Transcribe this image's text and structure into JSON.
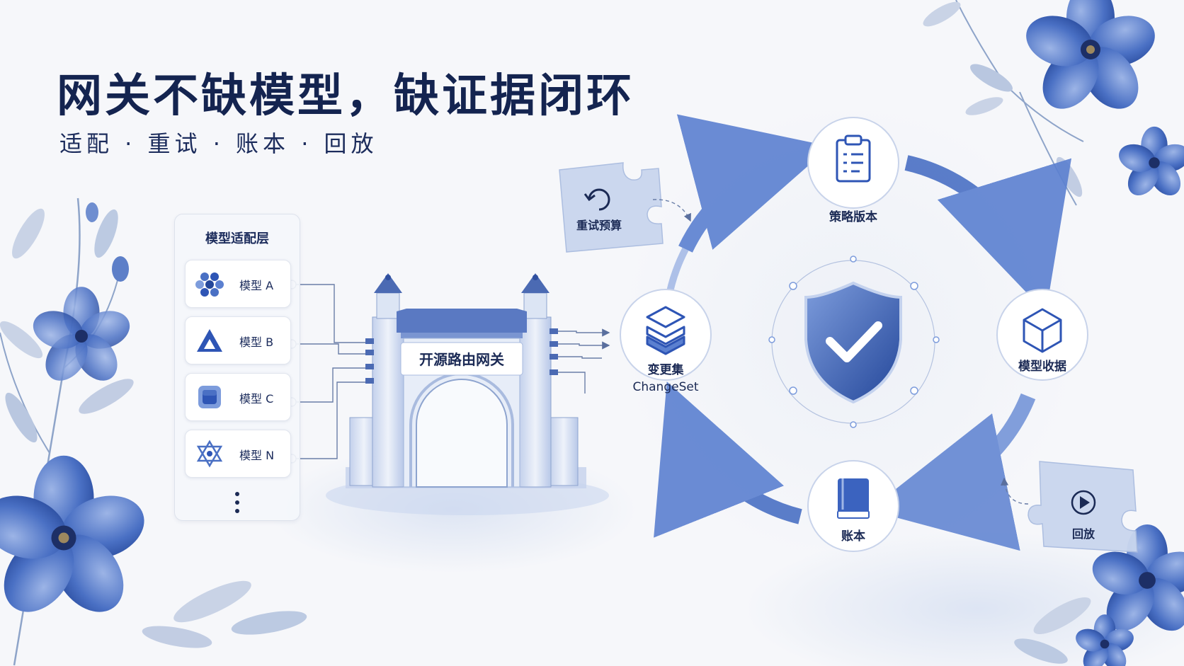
{
  "title": "网关不缺模型，缺证据闭环",
  "subtitle": "适配 · 重试 · 账本 · 回放",
  "adapter_panel": {
    "title": "模型适配层",
    "models": [
      {
        "label": "模型 A",
        "icon": "hexagon-cluster-icon"
      },
      {
        "label": "模型 B",
        "icon": "triangle-icon"
      },
      {
        "label": "模型 C",
        "icon": "cube-icon"
      },
      {
        "label": "模型 N",
        "icon": "star-of-david-icon"
      }
    ],
    "more_icon": "vertical-ellipsis-icon"
  },
  "gateway": {
    "label": "开源路由网关",
    "icon": "archway-gate-icon"
  },
  "cycle": {
    "center_icon": "shield-check-icon",
    "nodes": [
      {
        "key": "strategy",
        "label": "策略版本",
        "icon": "clipboard-icon"
      },
      {
        "key": "receipt",
        "label": "模型收据",
        "icon": "cube-outline-icon"
      },
      {
        "key": "ledger",
        "label": "账本",
        "icon": "book-icon"
      },
      {
        "key": "changeset",
        "label": "变更集",
        "sublabel": "ChangeSet",
        "icon": "layers-icon"
      }
    ],
    "puzzles": [
      {
        "key": "retry",
        "label": "重试预算",
        "icon": "refresh-icon"
      },
      {
        "key": "replay",
        "label": "回放",
        "icon": "play-icon"
      }
    ]
  },
  "colors": {
    "title": "#142450",
    "accent": "#2e55b5",
    "ring": "#5b80d0",
    "paper": "#f6f7fa",
    "flower": "#3a5fb5"
  }
}
